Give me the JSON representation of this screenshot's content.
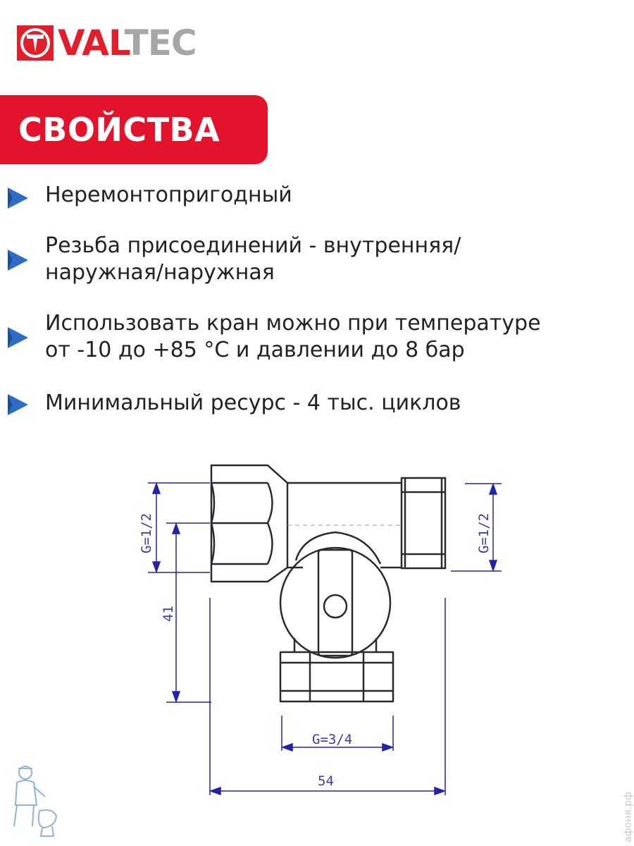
{
  "brand": {
    "name_red": "VAL",
    "name_grey": "TEC",
    "logo_icon": "valtec-logo-icon",
    "colors": {
      "red": "#e21e2b",
      "grey": "#a6a6a6",
      "banner": "#e2132a",
      "bullet": "#2f6cc4",
      "drawing_line": "#2222aa"
    }
  },
  "section": {
    "title": "СВОЙСТВА"
  },
  "features": [
    {
      "icon": "arrow-bullet-icon",
      "lines": [
        "Неремонтопригодный"
      ]
    },
    {
      "icon": "arrow-bullet-icon",
      "lines": [
        "Резьба присоединений - внутренняя/",
        "наружная/наружная"
      ]
    },
    {
      "icon": "arrow-bullet-icon",
      "lines": [
        "Использовать кран можно при температуре",
        "от -10 до +85 °С и давлении до 8 бар"
      ]
    },
    {
      "icon": "arrow-bullet-icon",
      "lines": [
        "Минимальный ресурс - 4 тыс. циклов"
      ]
    }
  ],
  "drawing": {
    "left_thread": "G=1/2",
    "right_thread": "G=1/2",
    "height": "41",
    "bottom_thread": "G=3/4",
    "width": "54"
  },
  "mascot_icon": "plumber-mascot-icon",
  "watermark": "афоня.рф"
}
